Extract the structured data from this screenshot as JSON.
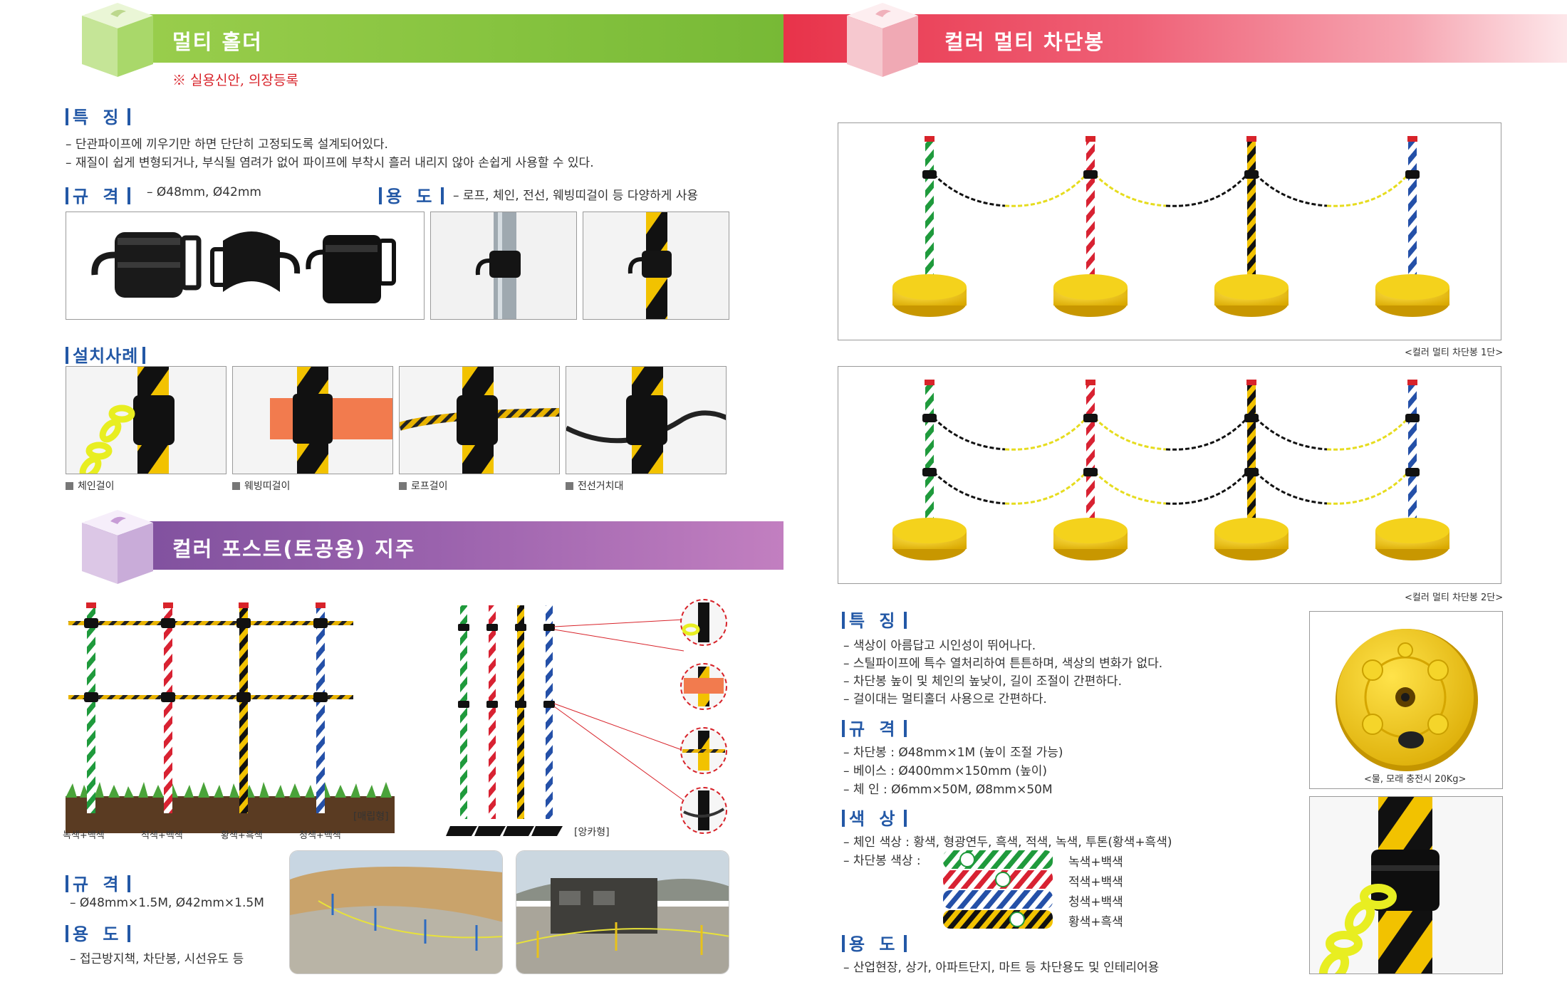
{
  "left": {
    "banner1": {
      "title": "멀티 홀더",
      "note": "※ 실용신안, 의장등록"
    },
    "features_label": "특 징",
    "features": [
      "– 단관파이프에 끼우기만 하면 단단히 고정되도록 설계되어있다.",
      "– 재질이 쉽게 변형되거나, 부식될 염려가 없어 파이프에 부착시 흘러 내리지 않아 손쉽게 사용할 수 있다."
    ],
    "spec_label": "규 격",
    "spec_text": "– Ø48mm,  Ø42mm",
    "use_label": "용 도",
    "use_text": "– 로프, 체인, 전선, 웨빙띠걸이 등 다양하게 사용",
    "install_label": "설치사례",
    "install_captions": [
      "체인걸이",
      "웨빙띠걸이",
      "로프걸이",
      "전선거치대"
    ],
    "banner2": {
      "title": "컬러 포스트(토공용) 지주"
    },
    "post_type_bury": "[매립형]",
    "post_type_anchor": "[앙카형]",
    "post_colors": [
      "녹색+백색",
      "적색+백색",
      "황색+흑색",
      "청색+백색"
    ],
    "post_spec_label": "규 격",
    "post_spec_text": "– Ø48mm×1.5M, Ø42mm×1.5M",
    "post_use_label": "용 도",
    "post_use_text": "– 접근방지책, 차단봉, 시선유도 등"
  },
  "right": {
    "banner": {
      "title": "컬러 멀티 차단봉"
    },
    "caption1": "<컬러 멀티 차단봉 1단>",
    "caption2": "<컬러 멀티 차단봉 2단>",
    "features_label": "특 징",
    "features": [
      "– 색상이 아름답고 시인성이 뛰어나다.",
      "– 스틸파이프에 특수 열처리하여 튼튼하며, 색상의 변화가 없다.",
      "– 차단봉 높이 및 체인의 높낮이, 길이 조절이 간편하다.",
      "– 걸이대는 멀티홀더 사용으로 간편하다."
    ],
    "spec_label": "규 격",
    "specs": [
      "– 차단봉 : Ø48mm×1M (높이 조절 가능)",
      "– 베이스 : Ø400mm×150mm (높이)",
      "– 체   인 : Ø6mm×50M, Ø8mm×50M"
    ],
    "color_label": "색 상",
    "chain_colors": "– 체인 색상 : 황색, 형광연두, 흑색, 적색, 녹색, 투톤(황색+흑색)",
    "pole_colors_label": "– 차단봉 색상 :",
    "pole_colors": [
      "녹색+백색",
      "적색+백색",
      "청색+백색",
      "황색+흑색"
    ],
    "use_label": "용 도",
    "use_text": "– 산업현장, 상가, 아파트단지, 마트 등 차단용도 및 인테리어용",
    "base_caption": "<물, 모래 충전시 20Kg>"
  }
}
